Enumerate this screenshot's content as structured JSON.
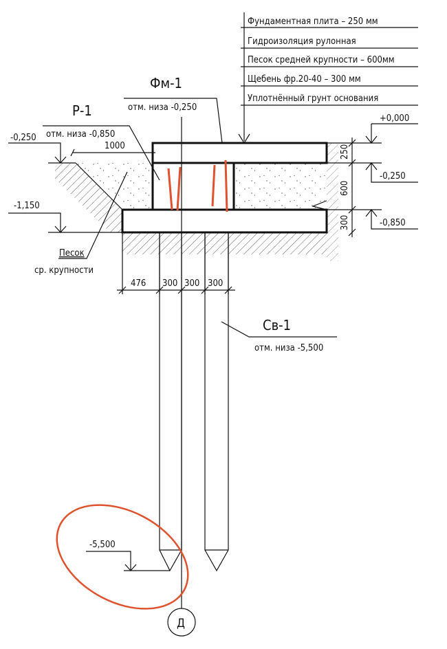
{
  "layers": [
    "Фундаментная плита – 250 мм",
    "Гидроизоляция рулонная",
    "Песок средней крупности – 600мм",
    "Щебень фр.20-40 – 300 мм",
    "Уплотнённый грунт основания"
  ],
  "fm1": {
    "title": "Фм-1",
    "bottom": "отм. низа -0,250"
  },
  "p1": {
    "title": "Р-1",
    "bottom": "отм. низа -0,850",
    "width": "1000"
  },
  "sv1": {
    "title": "Св-1",
    "bottom": "отм. низа -5,500"
  },
  "sand": {
    "line1": "Песок",
    "line2": "ср. крупности"
  },
  "levels": {
    "top": "+0,000",
    "l250_right": "-0,250",
    "l850": "-0,850",
    "l250_left": "-0,250",
    "l1150": "-1,150",
    "l5500": "-5,500"
  },
  "dims_vertical": [
    "250",
    "600",
    "300"
  ],
  "dims_horizontal": [
    "476",
    "300",
    "300",
    "300"
  ],
  "axis": "Д",
  "colors": {
    "highlight": "#e0522d",
    "rebar": "#e0522d"
  }
}
